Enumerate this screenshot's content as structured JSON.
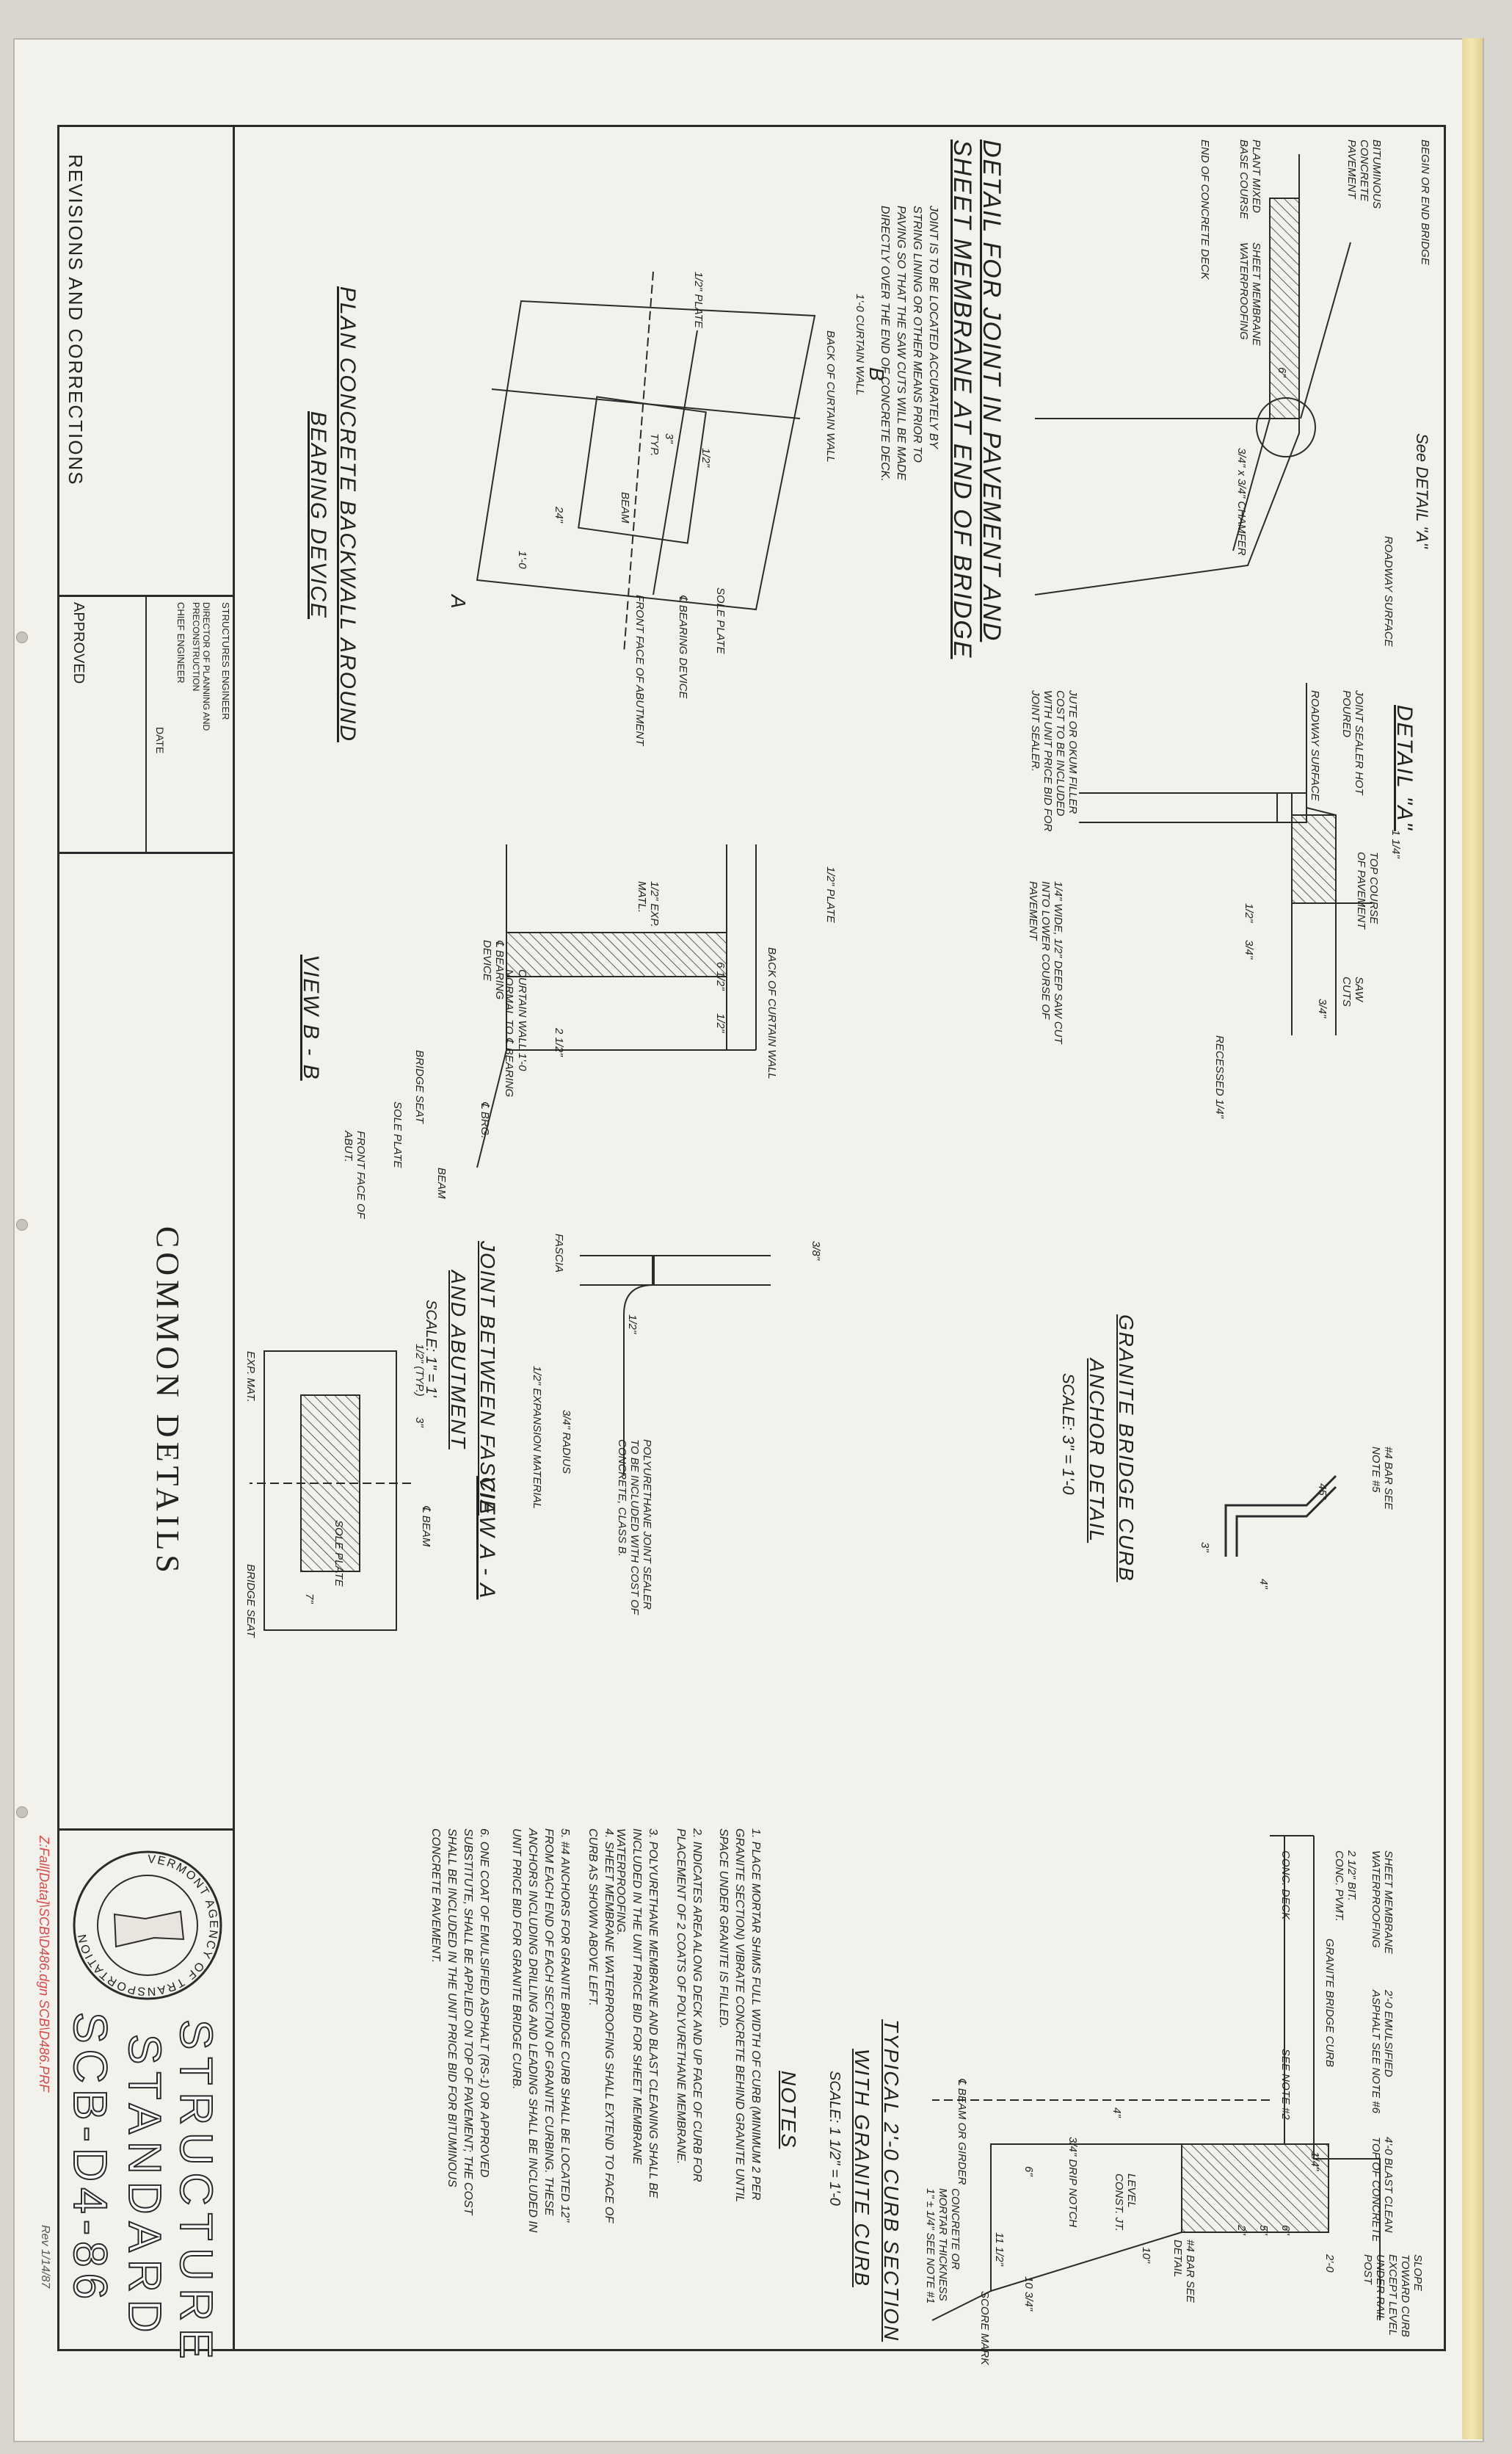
{
  "drawing": {
    "details": {
      "pavement_joint": {
        "title_1": "DETAIL FOR JOINT IN PAVEMENT AND",
        "title_2": "SHEET MEMBRANE AT END OF BRIDGE",
        "labels": [
          "BEGIN OR END BRIDGE",
          "BITUMINOUS CONCRETE PAVEMENT",
          "PLANT MIXED BASE COURSE",
          "SHEET MEMBRANE WATERPROOFING",
          "END OF CONCRETE DECK",
          "See DETAIL \"A\"",
          "ROADWAY SURFACE",
          "3/4\" x 3/4\" CHAMFER",
          "6\""
        ],
        "note_lines": [
          "JOINT IS TO BE LOCATED ACCURATELY BY",
          "STRING LINING OR OTHER MEANS PRIOR TO",
          "PAVING SO THAT THE SAW CUTS WILL BE MADE",
          "DIRECTLY OVER THE END OF CONCRETE DECK."
        ]
      },
      "detail_a": {
        "title": "DETAIL \"A\"",
        "labels": [
          "JOINT SEALER HOT POURED",
          "ROADWAY SURFACE",
          "JUTE OR OKUM FILLER COST TO BE INCLUDED WITH UNIT PRICE BID FOR JOINT SEALER.",
          "1 1/4\"",
          "TOP COURSE OF PAVEMENT",
          "SAW CUTS",
          "3/4\"",
          "RECESSED 1/4\"",
          "1/2\"",
          "3/4\"",
          "1/4\" WIDE, 1/2\" DEEP SAW CUT INTO LOWER COURSE OF PAVEMENT"
        ]
      },
      "granite_anchor": {
        "title_1": "GRANITE BRIDGE CURB",
        "title_2": "ANCHOR DETAIL",
        "scale": "SCALE: 3\" = 1'-0",
        "labels": [
          "#4 BAR SEE NOTE #5",
          "45°",
          "4\"",
          "3\""
        ]
      },
      "curb_section": {
        "title_1": "TYPICAL 2'-0 CURB SECTION",
        "title_2": "WITH GRANITE CURB",
        "scale": "SCALE: 1 1/2\" = 1'-0",
        "labels": [
          "SLOPE TOWARD CURB EXCEPT LEVEL UNDER RAIL POST",
          "4'-0 BLAST CLEAN TOP OF CONCRETE",
          "2'-0 EMULSIFIED ASPHALT SEE NOTE #6",
          "SHEET MEMBRANE WATERPROOFING",
          "2 1/2\" BIT. CONC. PVMT.",
          "CONC. DECK",
          "GRANITE BRIDGE CURB",
          "SEE NOTE #2",
          "2'-0",
          "1/4\"",
          "6\"",
          "5\"",
          "2\"",
          "#4 BAR SEE DETAIL",
          "10\"",
          "LEVEL CONST. JT.",
          "3/4\" DRIP NOTCH",
          "6\"",
          "4\"",
          "11 1/2\"",
          "10 3/4\"",
          "SCORE MARK",
          "CONCRETE OR MORTAR THICKNESS 1\" ± 1/4\" SEE NOTE #1",
          "℄ BEAM OR GIRDER"
        ]
      },
      "fascia_joint": {
        "title_1": "JOINT BETWEEN FASCIA",
        "title_2": "AND ABUTMENT",
        "scale": "SCALE: 1\" = 1'",
        "labels": [
          "3/8\"",
          "FASCIA",
          "1/2\"",
          "POLYURETHANE JOINT SEALER TO BE INCLUDED WITH COST OF CONCRETE, CLASS B.",
          "3/4\" RADIUS",
          "1/2\" EXPANSION MATERIAL"
        ]
      },
      "backwall_plan": {
        "title_1": "PLAN CONCRETE BACKWALL AROUND",
        "title_2": "BEARING DEVICE",
        "labels": [
          "1'-0 CURTAIN WALL",
          "BACK OF CURTAIN WALL",
          "SOLE PLATE",
          "℄ BEARING DEVICE",
          "FRONT FACE OF ABUTMENT",
          "BEAM",
          "1/2\" PLATE",
          "1/2\"",
          "3\"",
          "TYP.",
          "24\"",
          "1'-0",
          "A",
          "B"
        ]
      },
      "view_bb": {
        "title": "VIEW B - B",
        "labels": [
          "1/2\" PLATE",
          "BACK OF CURTAIN WALL",
          "CURTAIN WALL 1'-0 NORMAL TO ℄ BEARING",
          "℄ BRG.",
          "6 1/2\"",
          "1/2\"",
          "1/2\" EXP. MATL.",
          "2 1/2\"",
          "℄ BEARING DEVICE",
          "BRIDGE SEAT",
          "SOLE PLATE",
          "BEAM",
          "FRONT FACE OF ABUT."
        ]
      },
      "view_aa": {
        "title": "VIEW A - A",
        "labels": [
          "1/2\" (TYP.)",
          "3\"",
          "EXP. MAT.",
          "℄ BEAM",
          "SOLE PLATE",
          "BRIDGE SEAT",
          "7\""
        ]
      }
    },
    "notes": {
      "heading": "NOTES",
      "items": [
        "1. PLACE MORTAR SHIMS FULL WIDTH OF CURB (MINIMUM 2 PER GRANITE SECTION) VIBRATE CONCRETE BEHIND GRANITE UNTIL SPACE UNDER GRANITE IS FILLED.",
        "2. INDICATES AREA ALONG DECK AND UP FACE OF CURB FOR PLACEMENT OF 2 COATS OF POLYURETHANE MEMBRANE.",
        "3. POLYURETHANE MEMBRANE AND BLAST CLEANING SHALL BE INCLUDED IN THE UNIT PRICE BID FOR SHEET MEMBRANE WATERPROOFING.",
        "4. SHEET MEMBRANE WATERPROOFING SHALL EXTEND TO FACE OF CURB AS SHOWN ABOVE LEFT.",
        "5. #4 ANCHORS FOR GRANITE BRIDGE CURB SHALL BE LOCATED 12\" FROM EACH END OF EACH SECTION OF GRANITE CURBING. THESE ANCHORS INCLUDING DRILLING AND LEADING SHALL BE INCLUDED IN UNIT PRICE BID FOR GRANITE BRIDGE CURB.",
        "6. ONE COAT OF EMULSIFIED ASPHALT (RS-1) OR APPROVED SUBSTITUTE, SHALL BE APPLIED ON TOP OF PAVEMENT; THE COST SHALL BE INCLUDED IN THE UNIT PRICE BID FOR BITUMINOUS CONCRETE PAVEMENT."
      ]
    },
    "title_block": {
      "revisions": "REVISIONS AND CORRECTIONS",
      "approved": "APPROVED",
      "date": "DATE",
      "signatures": [
        "CHIEF ENGINEER",
        "DIRECTOR OF PLANNING AND PRECONSTRUCTION",
        "STRUCTURES ENGINEER"
      ],
      "sheet_title": "COMMON DETAILS",
      "standard_line1": "STRUCTURE",
      "standard_line2": "STANDARD",
      "standard_number": "SCB-D4-86",
      "agency_seal": "VERMONT AGENCY OF TRANSPORTATION",
      "file_note": "Z:Fall[Data]\\SCB\\D486.dgn  SCB\\D486.PRF",
      "handwritten_date": "Rev 1/14/87"
    }
  }
}
